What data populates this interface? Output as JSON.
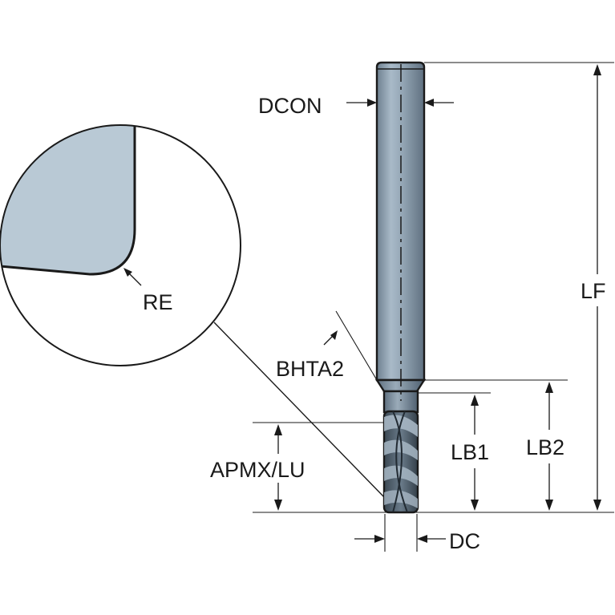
{
  "labels": {
    "dcon": "DCON",
    "lf": "LF",
    "re": "RE",
    "bhta2": "BHTA2",
    "lb1": "LB1",
    "lb2": "LB2",
    "apmx_lu": "APMX/LU",
    "dc": "DC"
  },
  "colors": {
    "shank": "#8e9fae",
    "shank_light": "#b6c6d3",
    "shank_dark": "#6d7f8f",
    "flute": "#4d5b68",
    "detail_fill": "#b9c9d5",
    "line": "#1a1a1a",
    "background": "#ffffff"
  }
}
